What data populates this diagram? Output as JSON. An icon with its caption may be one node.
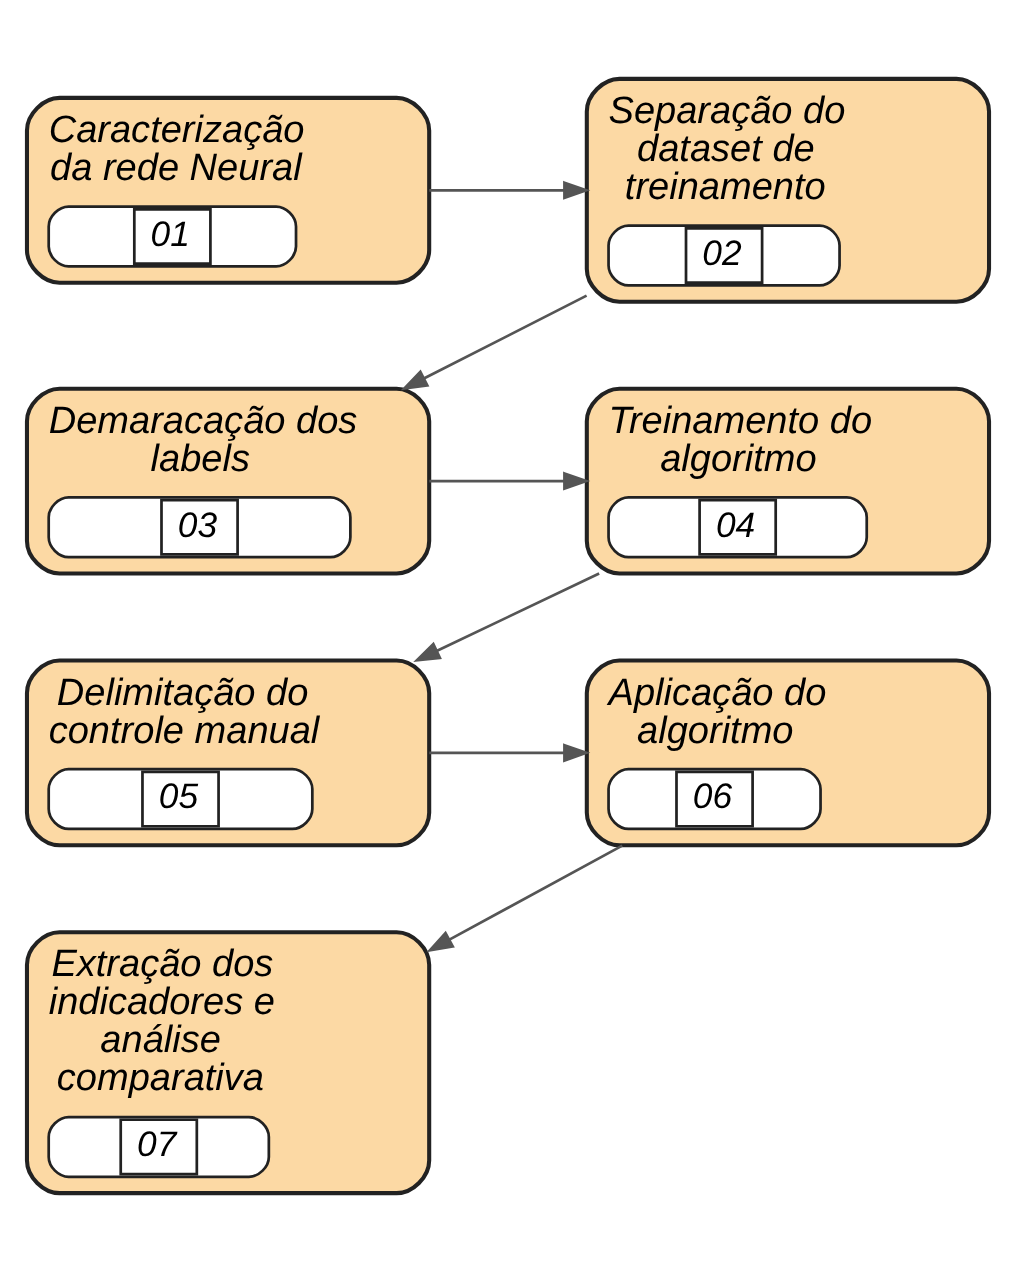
{
  "diagram": {
    "nodes": [
      {
        "text": [
          "Caracterização da rede Neural",
          "01"
        ]
      },
      {
        "text": [
          "Separação do dataset de treinamento",
          "02"
        ]
      },
      {
        "text": [
          "Demaracação dos labels",
          "03"
        ]
      },
      {
        "text": [
          "Treinamento do algoritmo",
          "04"
        ]
      },
      {
        "text": [
          "Delimitação do controle manual",
          "05"
        ]
      },
      {
        "text": [
          "Aplicação do algoritmo",
          "06"
        ]
      },
      {
        "text": [
          "Extração dos indicadores e análise comparativa",
          "07"
        ]
      }
    ],
    "edges": [
      {
        "from": 0,
        "to": 1,
        "arrow": "to"
      },
      {
        "from": 1,
        "to": 2,
        "arrow": "to"
      },
      {
        "from": 2,
        "to": 3,
        "arrow": "to"
      },
      {
        "from": 3,
        "to": 4,
        "arrow": "to"
      },
      {
        "from": 4,
        "to": 5,
        "arrow": "to"
      },
      {
        "from": 5,
        "to": 6,
        "arrow": "to"
      }
    ]
  }
}
